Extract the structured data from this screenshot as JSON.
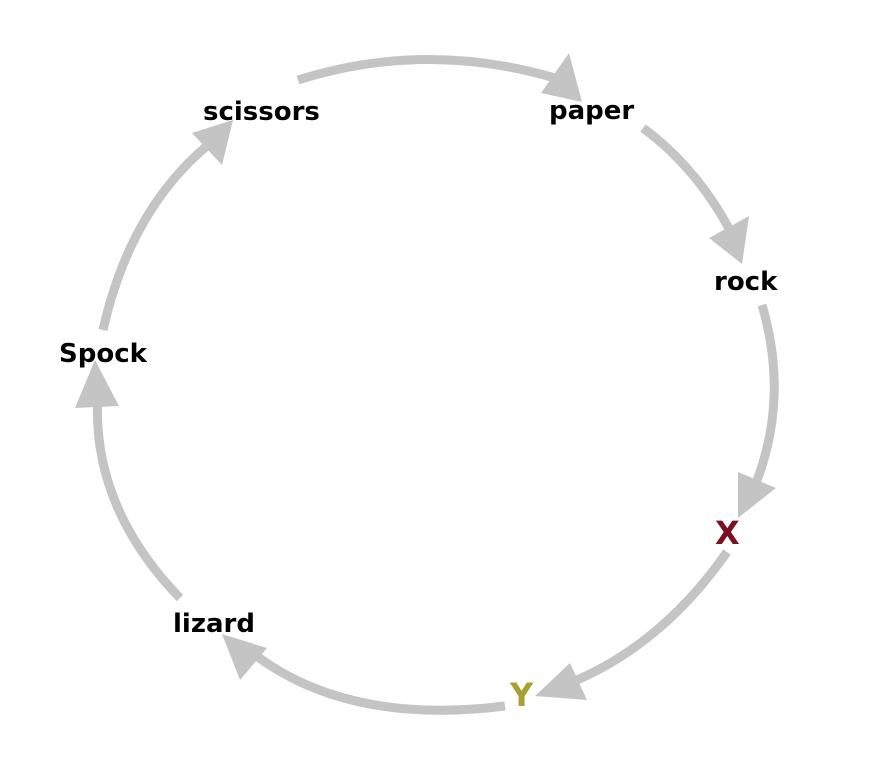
{
  "nodes": [
    {
      "id": "scissors",
      "label": "scissors"
    },
    {
      "id": "paper",
      "label": "paper"
    },
    {
      "id": "rock",
      "label": "rock"
    },
    {
      "id": "x",
      "label": "X"
    },
    {
      "id": "y",
      "label": "Y"
    },
    {
      "id": "lizard",
      "label": "lizard"
    },
    {
      "id": "spock",
      "label": "Spock"
    }
  ],
  "colors": {
    "background": "#ffffff",
    "arrow": "#c4c4c4",
    "label": "#000000",
    "x_marker": "#7a1020",
    "y_marker": "#a8a030"
  }
}
